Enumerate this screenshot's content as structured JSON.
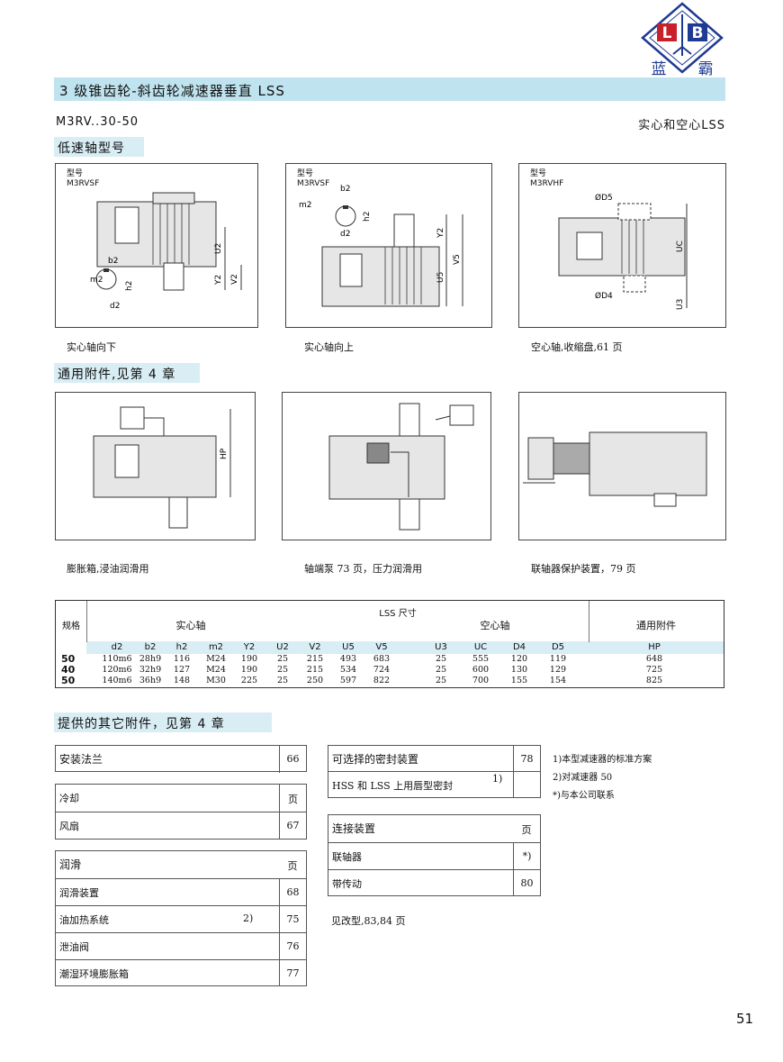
{
  "logo": {
    "letters_left": "L",
    "letters_right": "B",
    "name_left": "蓝",
    "name_right": "霸"
  },
  "header": {
    "title": "3 级锥齿轮-斜齿轮减速器垂直 LSS",
    "model_code": "M3RV..30-50",
    "model_type": "实心和空心LSS"
  },
  "section_low_speed": {
    "heading": "低速轴型号"
  },
  "panels": [
    {
      "type_label": "型号",
      "model": "M3RVSF",
      "caption": "实心轴向下",
      "dims": {
        "b2": "b2",
        "m2": "m2",
        "h2": "h2",
        "d2": "d2",
        "u2": "U2",
        "y2": "Y2",
        "v2": "V2"
      }
    },
    {
      "type_label": "型号",
      "model": "M3RVSF",
      "caption": "实心轴向上",
      "dims": {
        "b2": "b2",
        "m2": "m2",
        "h2": "h2",
        "d2": "d2",
        "y2": "Y2",
        "u5": "U5",
        "v5": "V5"
      }
    },
    {
      "type_label": "型号",
      "model": "M3RVHF",
      "caption": "空心轴,收缩盘,61 页",
      "dims": {
        "d5": "ØD5",
        "d4": "ØD4",
        "uc": "UC",
        "u3": "U3"
      }
    }
  ],
  "section_accessories": {
    "heading": "通用附件,见第 4 章"
  },
  "accessory_panels": [
    {
      "caption": "膨胀箱,浸油润滑用",
      "dim": "HP"
    },
    {
      "caption": "轴端泵 73 页，压力润滑用"
    },
    {
      "caption": "联轴器保护装置，79 页"
    }
  ],
  "lss_table": {
    "row_header": "规格",
    "title": "LSS 尺寸",
    "group_solid": "实心轴",
    "group_hollow": "空心轴",
    "group_general": "通用附件",
    "columns": [
      "d2",
      "b2",
      "h2",
      "m2",
      "Y2",
      "U2",
      "V2",
      "U5",
      "V5",
      "U3",
      "UC",
      "D4",
      "D5",
      "HP"
    ],
    "rows": [
      {
        "size": "50",
        "values": [
          "110m6",
          "28h9",
          "116",
          "M24",
          "190",
          "25",
          "215",
          "493",
          "683",
          "25",
          "555",
          "120",
          "119",
          "648"
        ]
      },
      {
        "size": "40",
        "values": [
          "120m6",
          "32h9",
          "127",
          "M24",
          "190",
          "25",
          "215",
          "534",
          "724",
          "25",
          "600",
          "130",
          "129",
          "725"
        ]
      },
      {
        "size": "50",
        "values": [
          "140m6",
          "36h9",
          "148",
          "M30",
          "225",
          "25",
          "250",
          "597",
          "822",
          "25",
          "700",
          "155",
          "154",
          "825"
        ]
      }
    ]
  },
  "section_other": {
    "heading": "提供的其它附件，见第 4 章"
  },
  "box_flange": {
    "title": "安装法兰",
    "page": "66"
  },
  "box_cooling": [
    {
      "label": "冷却",
      "page": "页"
    },
    {
      "label": "风扇",
      "page": "67"
    }
  ],
  "box_lubrication": {
    "title": "润滑",
    "title_page": "页",
    "items": [
      {
        "label": "润滑装置",
        "note": "",
        "page": "68"
      },
      {
        "label": "油加热系统",
        "note": "2)",
        "page": "75"
      },
      {
        "label": "泄油阀",
        "note": "",
        "page": "76"
      },
      {
        "label": "潮湿环境膨胀箱",
        "note": "",
        "page": "77"
      }
    ]
  },
  "box_seal": {
    "title": "可选择的密封装置",
    "page": "78",
    "item": "HSS 和 LSS 上用唇型密封",
    "item_note": "1)"
  },
  "box_connect": {
    "title": "连接装置",
    "title_page": "页",
    "items": [
      {
        "label": "联轴器",
        "page": "*)"
      },
      {
        "label": "带传动",
        "page": "80"
      }
    ]
  },
  "see_also": "见改型,83,84 页",
  "footnotes": [
    "1)本型减速器的标准方案",
    "2)对减速器 50",
    "*)与本公司联系"
  ],
  "page_number": "51",
  "colors": {
    "title_bar": "#bfe3ef",
    "section_bar": "#d8edf4",
    "table_band": "#d8edf4",
    "logo_red": "#c8202a",
    "logo_blue": "#1f3a93"
  }
}
